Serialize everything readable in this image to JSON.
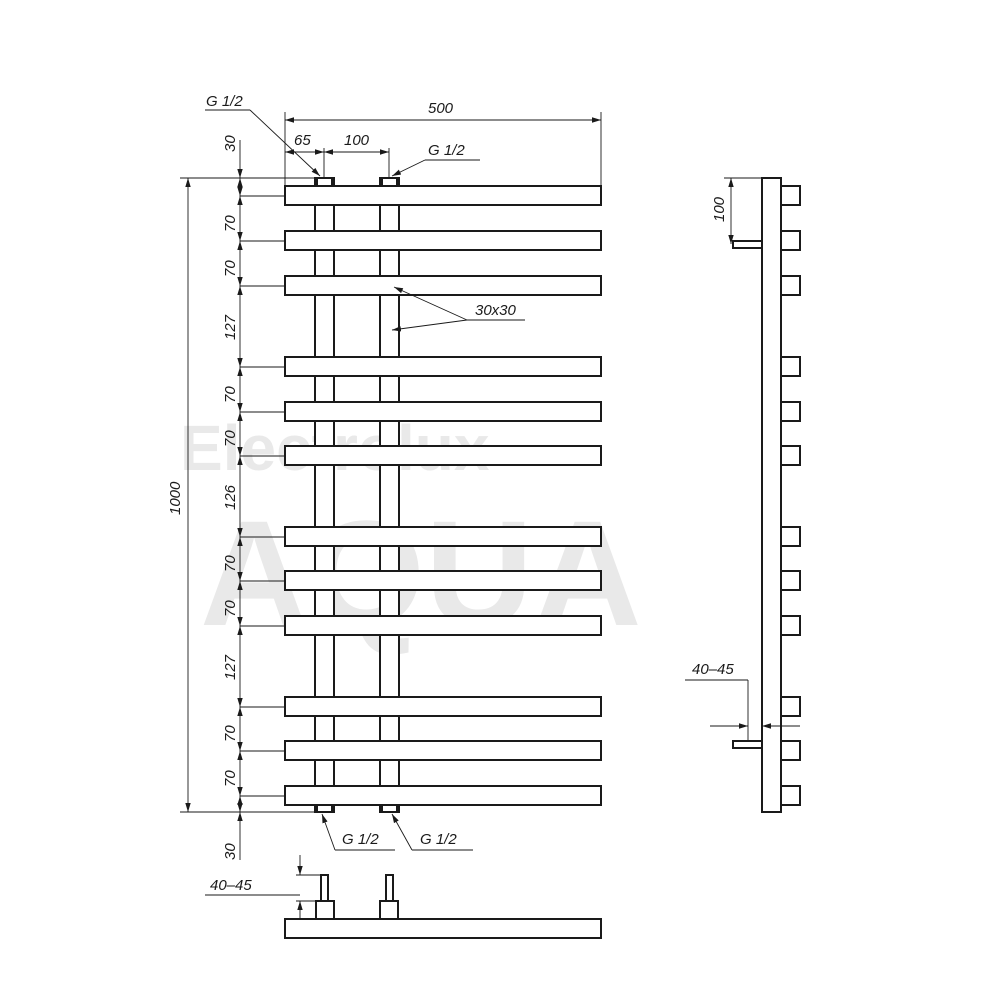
{
  "watermark": {
    "top": "Electrolux",
    "bottom": "AQUA"
  },
  "front_view": {
    "width_label": "500",
    "pipe_offset_label": "65",
    "pipe_spacing_label": "100",
    "height_label": "1000",
    "bar_section_label": "30x30",
    "thread_labels": [
      "G 1/2",
      "G 1/2",
      "G 1/2",
      "G 1/2"
    ],
    "top_margin_label": "30",
    "bottom_margin_label": "30",
    "spacings": [
      "70",
      "70",
      "127",
      "70",
      "70",
      "126",
      "70",
      "70",
      "127",
      "70",
      "70"
    ]
  },
  "side_view": {
    "top_offset_label": "100",
    "wall_gap_label": "40–45"
  },
  "bottom_view": {
    "wall_gap_label": "40–45"
  }
}
